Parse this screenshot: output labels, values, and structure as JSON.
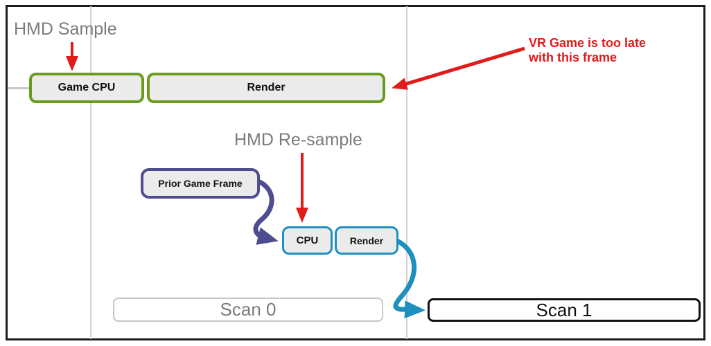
{
  "labels": {
    "hmd_sample": "HMD Sample",
    "hmd_resample": "HMD Re-sample",
    "annotation": "VR Game is too late\nwith this frame"
  },
  "nodes": {
    "game_cpu": {
      "label": "Game CPU",
      "border_color": "#6a9b1e"
    },
    "render": {
      "label": "Render",
      "border_color": "#6a9b1e"
    },
    "prior_game_frame": {
      "label": "Prior Game Frame",
      "border_color": "#4f4d8f"
    },
    "cpu": {
      "label": "CPU",
      "border_color": "#1e8fbe"
    },
    "render_small": {
      "label": "Render",
      "border_color": "#1e8fbe"
    },
    "scan0": {
      "label": "Scan 0",
      "border_color": "#c6c6c6"
    },
    "scan1": {
      "label": "Scan 1",
      "border_color": "#111111"
    }
  },
  "colors": {
    "arrow_red": "#e11a1a",
    "arrow_purple": "#4f4d8f",
    "arrow_teal": "#1e8fbe",
    "gray_text": "#7c7c7c",
    "node_fill": "#ebebeb",
    "gridline": "#d2d2d2",
    "frame_border": "#1c1c1c"
  }
}
